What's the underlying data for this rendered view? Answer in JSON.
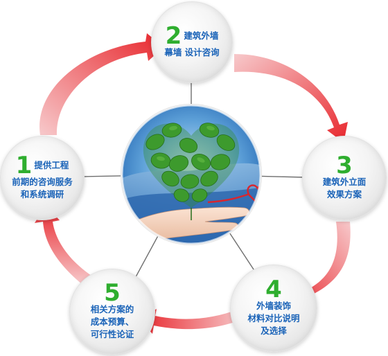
{
  "steps": [
    {
      "number": "1",
      "lines": [
        "提供工程",
        "前期的咨询服务",
        "和系统调研"
      ]
    },
    {
      "number": "2",
      "lines": [
        "建筑外墙",
        "幕墙 设计咨询"
      ]
    },
    {
      "number": "3",
      "lines": [
        "建筑外立面",
        "效果方案"
      ]
    },
    {
      "number": "4",
      "lines": [
        "外墙装饰",
        "材料对比说明",
        "及选择"
      ]
    },
    {
      "number": "5",
      "lines": [
        "相关方案的",
        "成本预算、",
        "可行性论证"
      ]
    }
  ],
  "colors": {
    "number": "#2fae2f",
    "text": "#1a63b8",
    "arrow": "#e8262c",
    "arrow_light": "#f7c9cb",
    "connector": "#6e6e6e",
    "sky": "#1e6fbf",
    "leaf": "#3d9a2d"
  },
  "icons": [
    "leaf-heart-icon",
    "open-hand-icon",
    "ribbon-heart-icon"
  ]
}
